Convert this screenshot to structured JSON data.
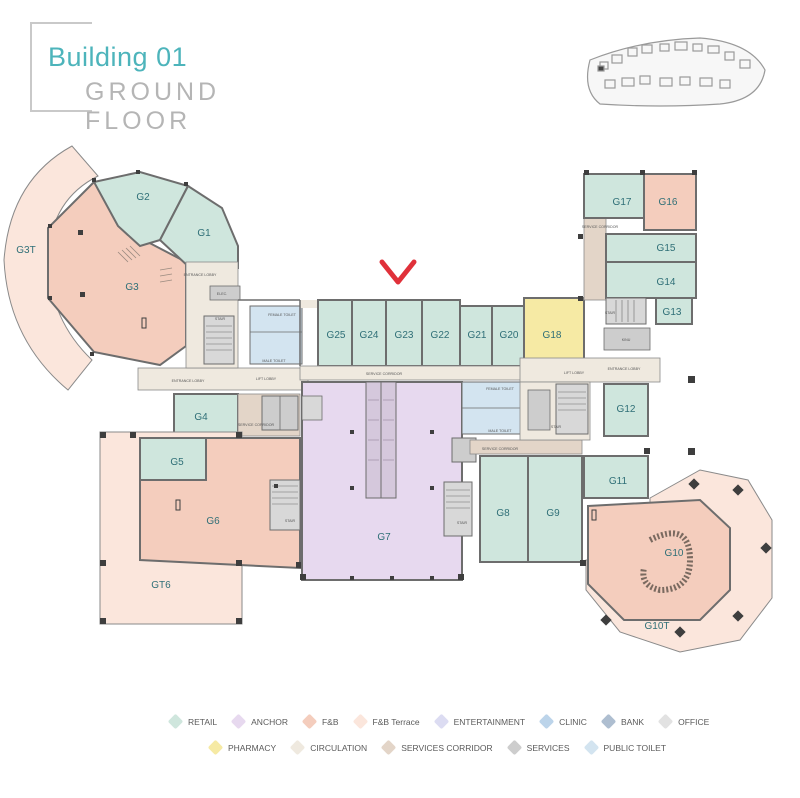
{
  "title": {
    "building": "Building 01",
    "floor": "GROUND FLOOR"
  },
  "colors": {
    "retail": "#cfe6dd",
    "retail_stroke": "#5f9e93",
    "anchor": "#e7d9ef",
    "fnb": "#f4cdbd",
    "fnb_terrace": "#fbe6dc",
    "entertainment": "#dcdcf2",
    "clinic": "#bcd4ea",
    "bank": "#aebed0",
    "office": "#e2e2e2",
    "pharmacy": "#f6eaa4",
    "circulation": "#efe9df",
    "services_corridor": "#e3d5c8",
    "services": "#cdcdcd",
    "public_toilet": "#d3e4f0",
    "wall": "#6d6d6d",
    "marker": "#e0313a"
  },
  "units": {
    "G1": "G1",
    "G2": "G2",
    "G3": "G3",
    "G3T": "G3T",
    "G4": "G4",
    "G5": "G5",
    "G6": "G6",
    "GT6": "GT6",
    "G7": "G7",
    "G8": "G8",
    "G9": "G9",
    "G10": "G10",
    "G10T": "G10T",
    "G11": "G11",
    "G12": "G12",
    "G13": "G13",
    "G14": "G14",
    "G15": "G15",
    "G16": "G16",
    "G17": "G17",
    "G18": "G18",
    "G20": "G20",
    "G21": "G21",
    "G22": "G22",
    "G23": "G23",
    "G24": "G24",
    "G25": "G25"
  },
  "labels": {
    "entrance_lobby_left": "ENTRANCE LOBBY",
    "entrance_lobby_top": "ENTRANCE LOBBY",
    "entrance_lobby_right": "ENTRANCE LOBBY",
    "lift_lobby_left": "LIFT LOBBY",
    "lift_lobby_right": "LIFT LOBBY",
    "service_corridor_main": "SERVICE CORRIDOR",
    "service_corridor_left": "SERVICE CORRIDOR",
    "service_corridor_lower": "SERVICE CORRIDOR",
    "service_corridor_top_right": "SERVICE CORRIDOR",
    "female_toilet_left": "FEMALE TOILET",
    "male_toilet_left": "MALE TOILET",
    "female_toilet_right": "FEMALE TOILET",
    "male_toilet_right": "MALE TOILET",
    "stair_1": "STAIR",
    "stair_2": "STAIR",
    "stair_3": "STAIR",
    "stair_4": "STAIR",
    "stair_5": "STAIR",
    "elec": "ELEC.",
    "kinu": "KINU"
  },
  "legend": [
    {
      "label": "RETAIL",
      "color": "#cfe6dd"
    },
    {
      "label": "ANCHOR",
      "color": "#e7d9ef"
    },
    {
      "label": "F&B",
      "color": "#f4cdbd"
    },
    {
      "label": "F&B Terrace",
      "color": "#fbe6dc"
    },
    {
      "label": "ENTERTAINMENT",
      "color": "#dcdcf2"
    },
    {
      "label": "CLINIC",
      "color": "#bcd4ea"
    },
    {
      "label": "BANK",
      "color": "#aebed0"
    },
    {
      "label": "OFFICE",
      "color": "#e2e2e2"
    },
    {
      "label": "PHARMACY",
      "color": "#f6eaa4"
    },
    {
      "label": "CIRCULATION",
      "color": "#efe9df"
    },
    {
      "label": "SERVICES CORRIDOR",
      "color": "#e3d5c8"
    },
    {
      "label": "SERVICES",
      "color": "#cdcdcd"
    },
    {
      "label": "PUBLIC TOILET",
      "color": "#d3e4f0"
    }
  ],
  "marker_icon": "location-chevron-marker",
  "key_plan_icon": "site-key-plan-icon"
}
